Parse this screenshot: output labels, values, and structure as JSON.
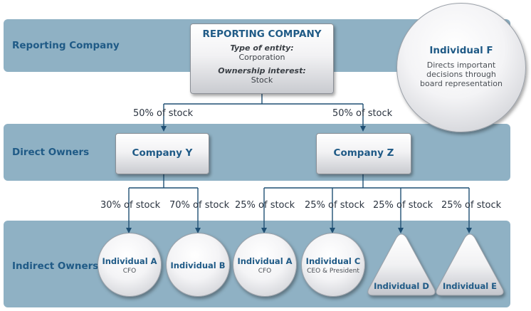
{
  "bands": {
    "reporting": "Reporting Company",
    "direct": "Direct Owners",
    "indirect": "Indirect Owners"
  },
  "reporting_company": {
    "title": "REPORTING COMPANY",
    "entity_label": "Type of entity:",
    "entity_value": "Corporation",
    "interest_label": "Ownership interest:",
    "interest_value": "Stock"
  },
  "individual_f": {
    "name": "Individual F",
    "description": "Directs important decisions through board representation"
  },
  "direct_owners": {
    "company_y": "Company Y",
    "company_z": "Company Z",
    "stake_y": "50% of stock",
    "stake_z": "50% of stock"
  },
  "indirect_stakes": [
    "30% of stock",
    "70% of stock",
    "25% of stock",
    "25% of stock",
    "25% of stock",
    "25% of stock"
  ],
  "indirect_owners": [
    {
      "name": "Individual A",
      "role": "CFO"
    },
    {
      "name": "Individual B",
      "role": ""
    },
    {
      "name": "Individual A",
      "role": "CFO"
    },
    {
      "name": "Individual C",
      "role": "CEO & President"
    },
    {
      "name": "Individual D",
      "role": ""
    },
    {
      "name": "Individual E",
      "role": ""
    }
  ],
  "colors": {
    "band": "#8fb1c4",
    "label": "#1f5a86",
    "connector": "#1f4f73"
  }
}
